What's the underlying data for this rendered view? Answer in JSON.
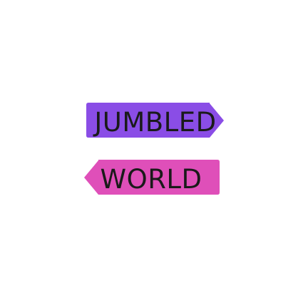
{
  "logo": {
    "word_top": "JUMBLED",
    "word_bottom": "WORLD",
    "colors": {
      "top_sign": "#8a4de6",
      "bottom_sign": "#df4fb9",
      "text": "#1a1a1a",
      "background": "#ffffff"
    },
    "shape_top": "arrow-sign-pointing-right",
    "shape_bottom": "arrow-sign-pointing-left"
  }
}
